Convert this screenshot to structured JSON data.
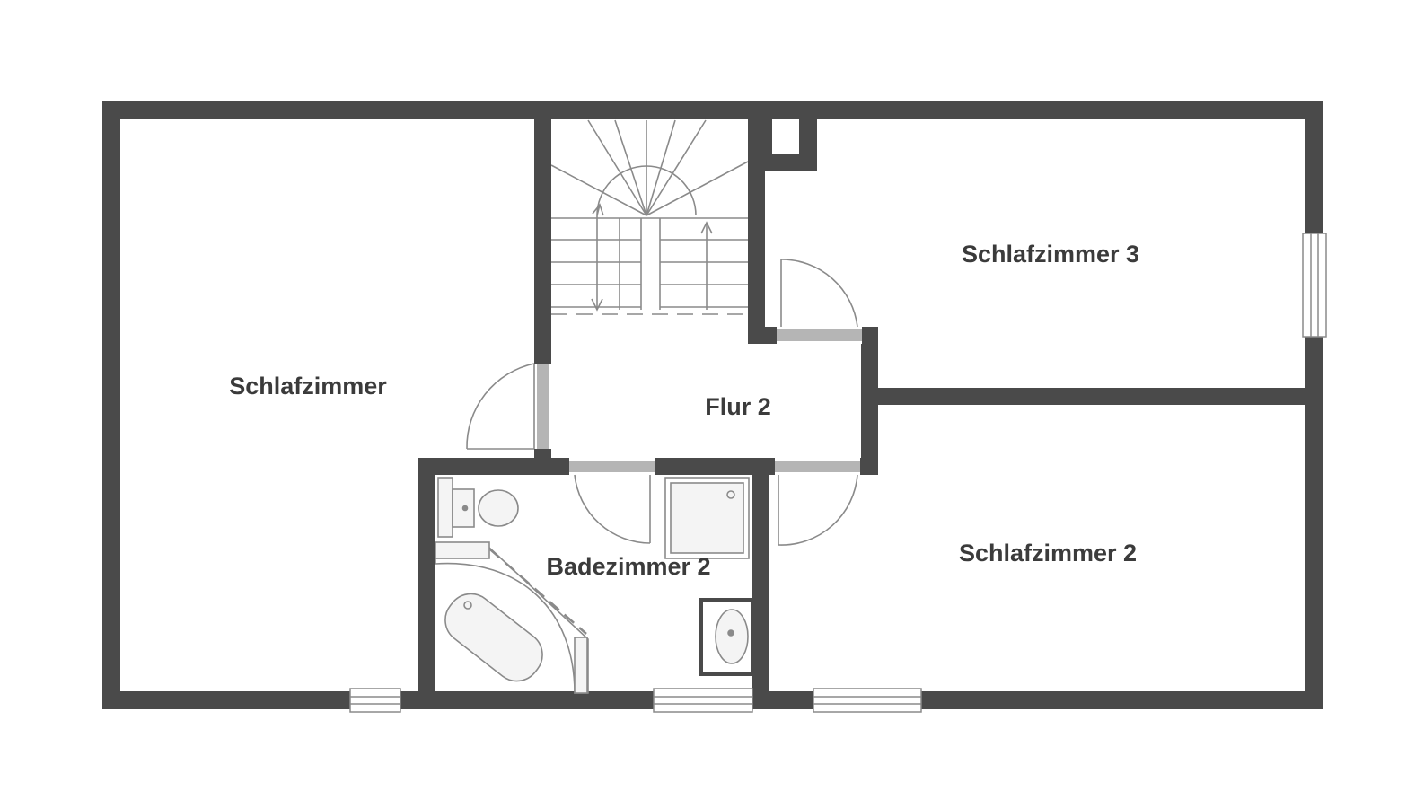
{
  "colors": {
    "wall": "#4a4a4a",
    "door_panel": "#b5b5b5",
    "fixture_stroke": "#8a8a8a",
    "fixture_fill": "#f4f4f4",
    "label": "#3b3b3b",
    "background": "#ffffff"
  },
  "rooms": {
    "schlafzimmer": "Schlafzimmer",
    "schlafzimmer_2": "Schlafzimmer 2",
    "schlafzimmer_3": "Schlafzimmer 3",
    "flur_2": "Flur 2",
    "badezimmer_2": "Badezimmer 2"
  },
  "icons": [
    "staircase-icon",
    "door-swing-icon",
    "window-icon",
    "toilet-icon",
    "bathtub-icon",
    "shower-icon",
    "sink-icon"
  ]
}
